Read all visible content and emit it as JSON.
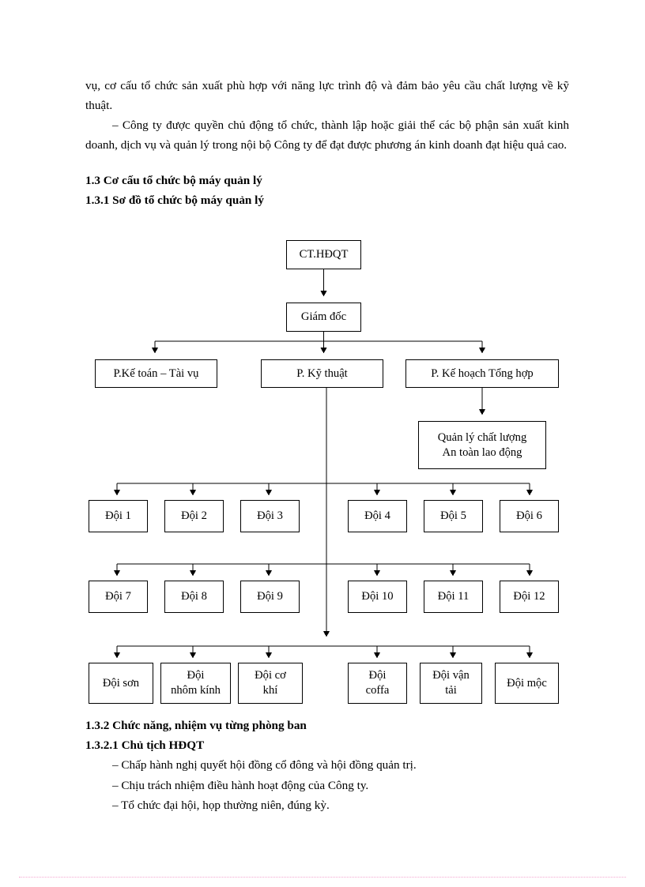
{
  "document": {
    "language": "vi",
    "body_paragraphs": [
      "vụ, cơ cấu tổ chức sản xuất phù hợp với năng lực trình độ và đảm bảo yêu cầu chất lượng về kỹ thuật.",
      "– Công ty được quyền chủ động tổ chức, thành lập hoặc giải thể các bộ phận sản xuất kinh doanh, dịch vụ và quản lý trong nội bộ Công ty để đạt được phương án kinh doanh đạt hiệu quả cao."
    ],
    "headings": {
      "h1_3": "1.3  Cơ cấu tổ chức bộ máy quản lý",
      "h1_3_1": "1.3.1  Sơ đồ tổ chức bộ máy quản lý",
      "h1_3_2": "1.3.2 Chức năng, nhiệm vụ từng phòng ban",
      "h1_3_2_1": "1.3.2.1 Chủ tịch HĐQT"
    },
    "bullets": [
      "– Chấp hành nghị quyết hội đồng cổ đông và hội đồng quản trị.",
      "– Chịu trách nhiệm điều hành hoạt động của Công ty.",
      "– Tổ chức đại hội, họp thường niên, đúng kỳ."
    ]
  },
  "org_chart": {
    "title": "Sơ đồ tổ chức bộ máy quản lý",
    "line_color": "#000000",
    "box_fill": "#ffffff",
    "nodes": {
      "chairman": "CT.HĐQT",
      "director": "Giám đốc",
      "dept_accounting": "P.Kế toán – Tài vụ",
      "dept_technical": "P. Kỹ thuật",
      "dept_planning": "P. Kế hoạch Tổng hợp",
      "quality_safety": "Quản lý chất lượng\nAn toàn lao động",
      "team_1": "Đội 1",
      "team_2": "Đội 2",
      "team_3": "Đội 3",
      "team_4": "Đội 4",
      "team_5": "Đội 5",
      "team_6": "Đội 6",
      "team_7": "Đội 7",
      "team_8": "Đội 8",
      "team_9": "Đội 9",
      "team_10": "Đội 10",
      "team_11": "Đội 11",
      "team_12": "Đội 12",
      "team_paint": "Đội sơn",
      "team_aluminum_glass": "Đội\nnhôm kính",
      "team_mechanical": "Đội cơ\nkhí",
      "team_formwork": "Đội\ncoffa",
      "team_transport": "Đội vận\ntải",
      "team_carpentry": "Đội mộc"
    }
  }
}
